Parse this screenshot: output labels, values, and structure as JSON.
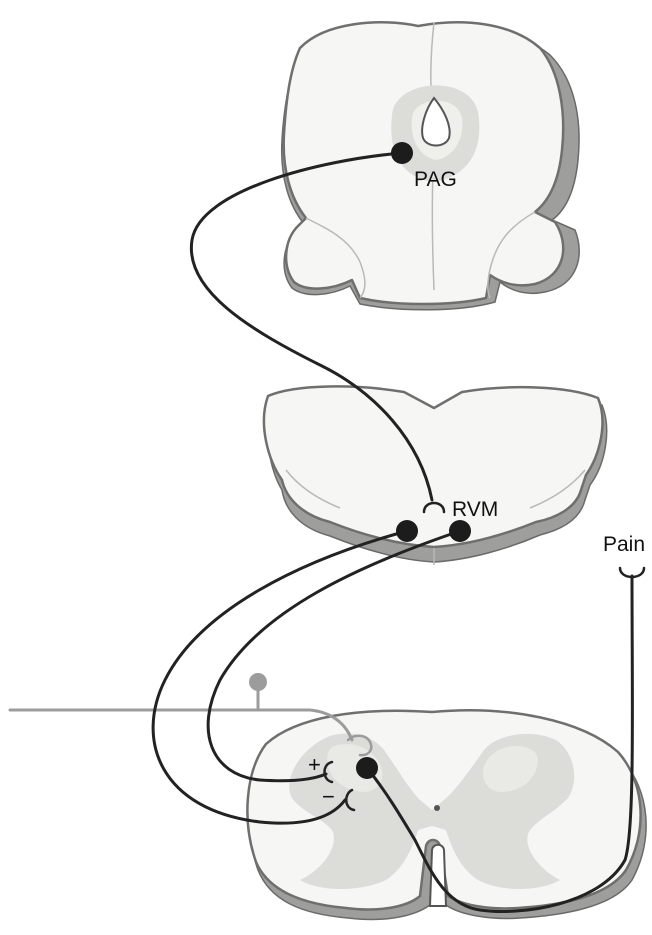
{
  "labels": {
    "pag": "PAG",
    "rvm": "RVM",
    "pain": "Pain",
    "plus": "+",
    "minus": "−"
  }
}
